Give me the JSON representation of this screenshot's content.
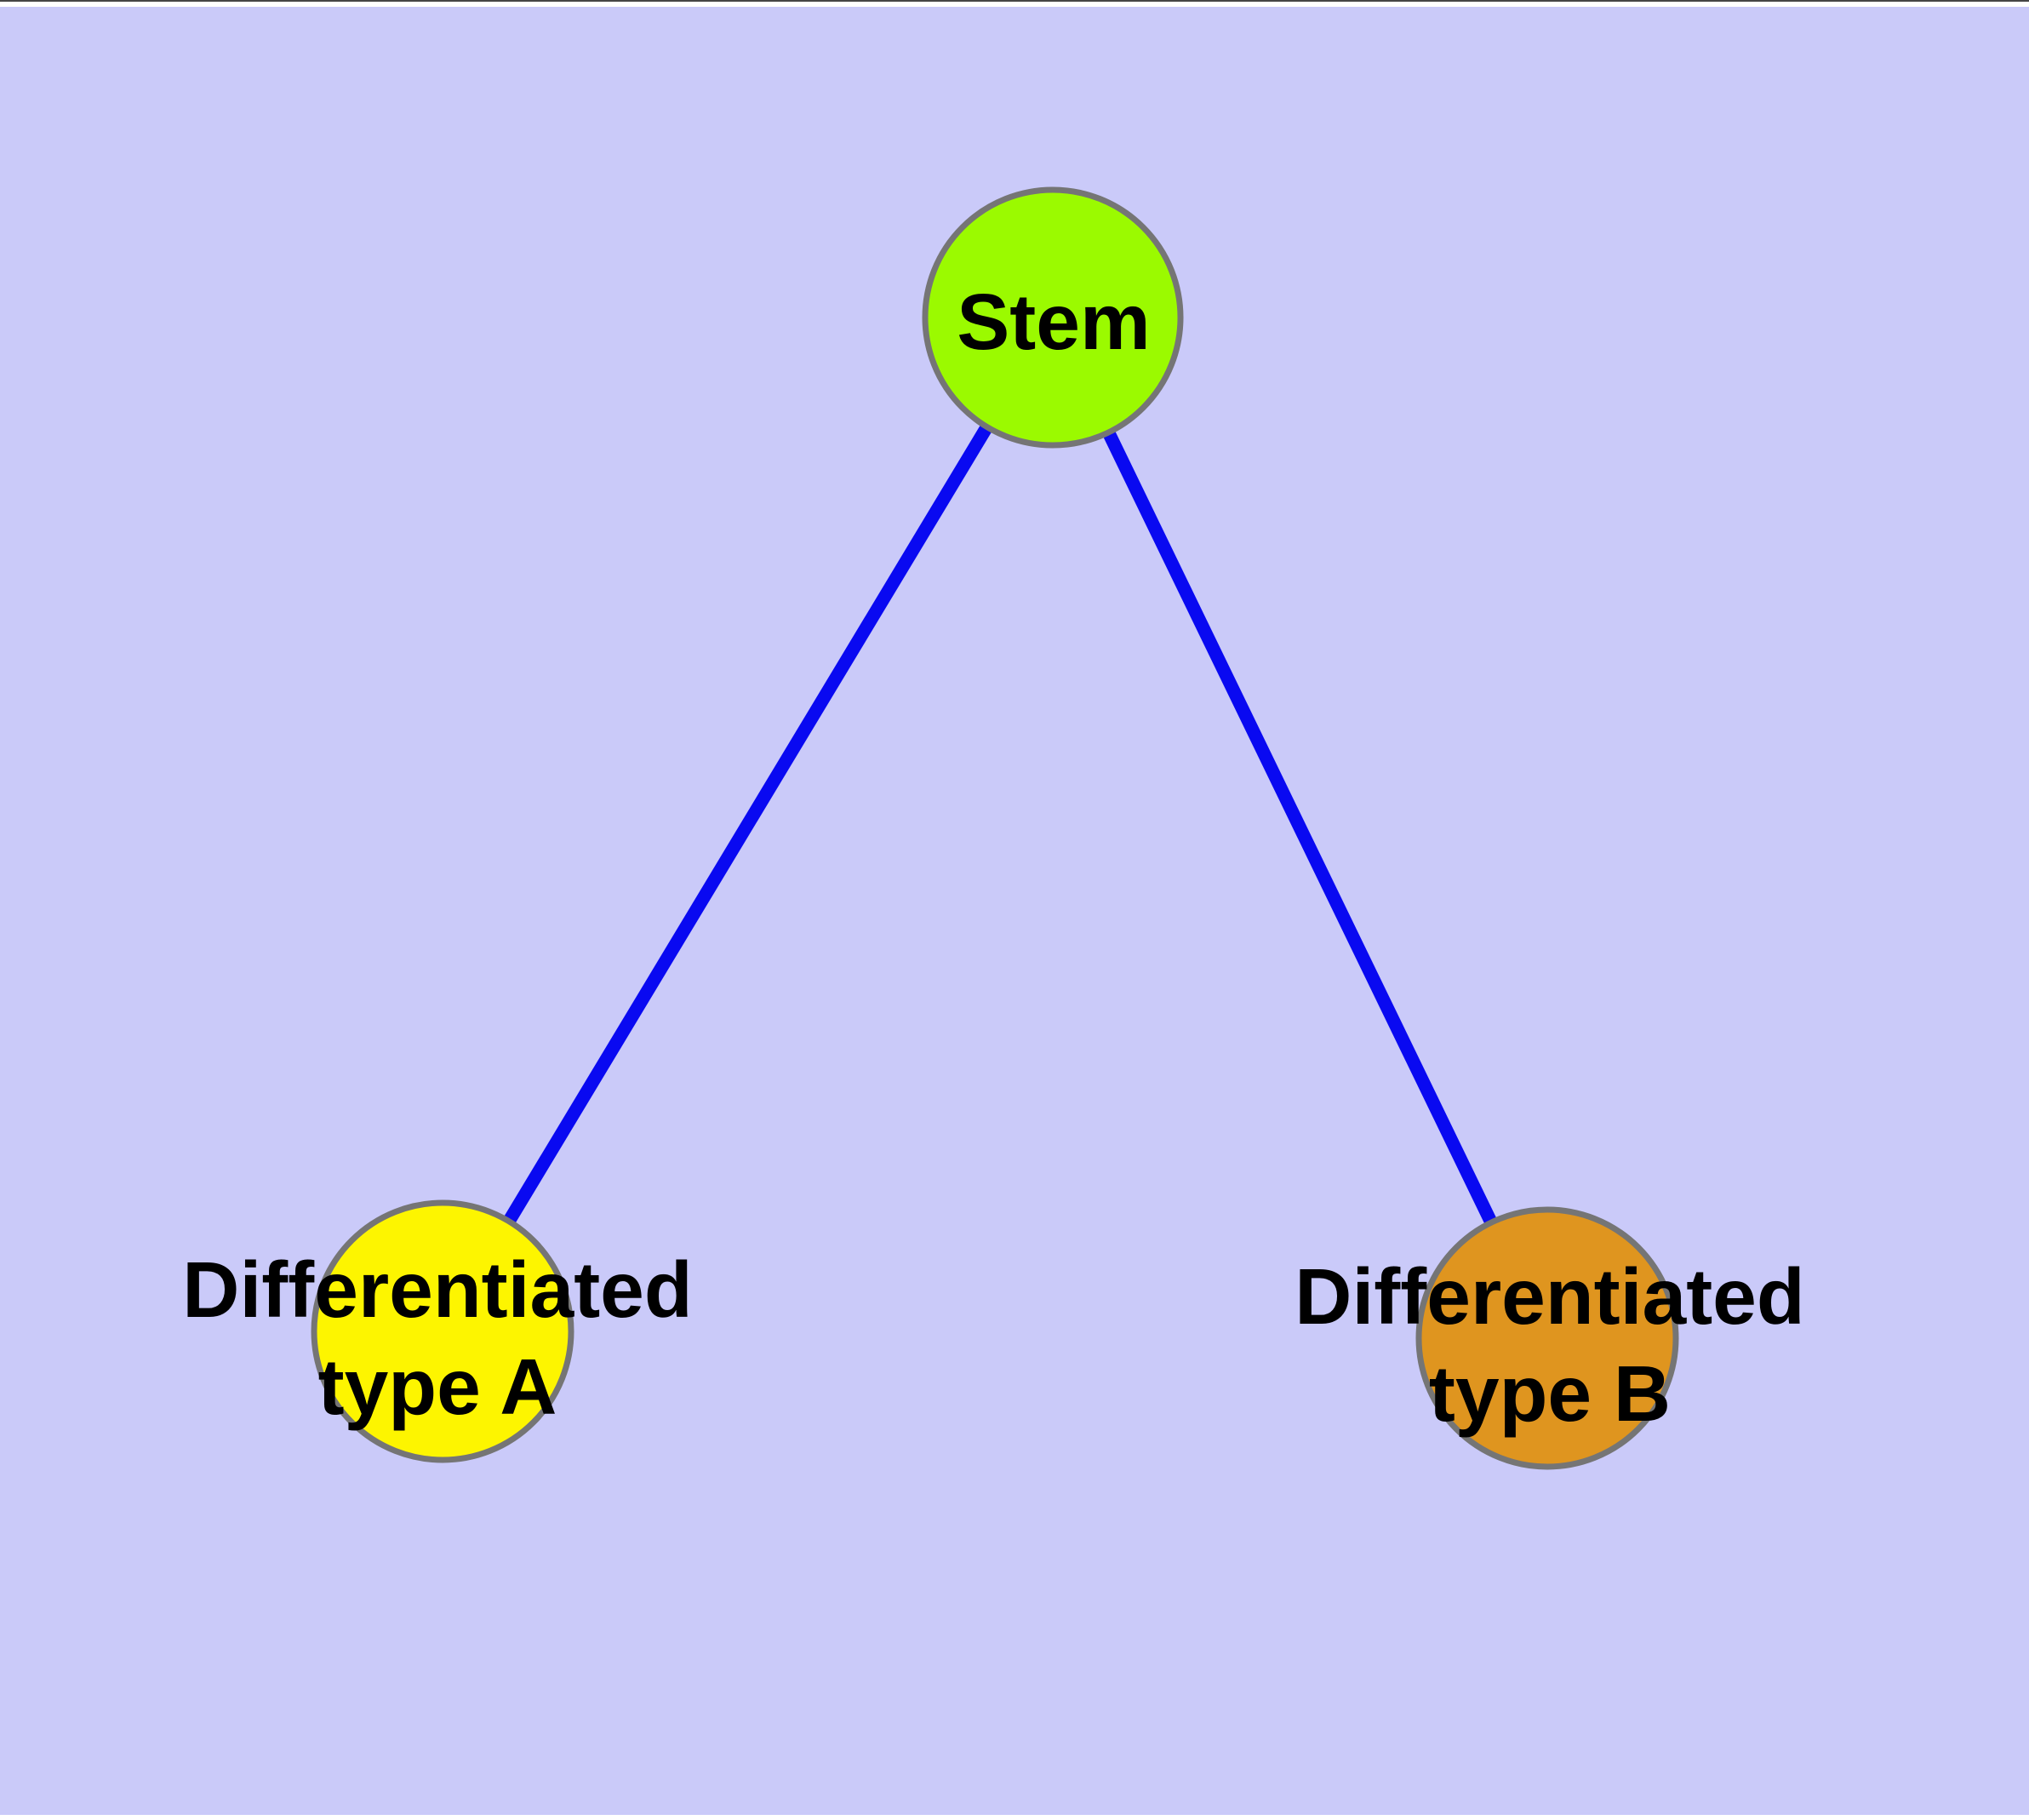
{
  "diagram": {
    "type": "graph",
    "description_visible_text_only": true,
    "colors": {
      "background": "#cacaf9",
      "edge": "#0909f1",
      "node_border": "#757575",
      "label": "#000000"
    },
    "nodes": [
      {
        "id": "stem",
        "label_lines": [
          "Stem"
        ],
        "fill": "#9bfa00"
      },
      {
        "id": "differentiated-type-a",
        "label_lines": [
          "Differentiated",
          "type A"
        ],
        "fill": "#fdf500"
      },
      {
        "id": "differentiated-type-b",
        "label_lines": [
          "Differentiated",
          "type B"
        ],
        "fill": "#df951f"
      }
    ],
    "edges": [
      {
        "from": "Stem",
        "to": "Differentiated type A"
      },
      {
        "from": "Stem",
        "to": "Differentiated type B"
      }
    ]
  }
}
